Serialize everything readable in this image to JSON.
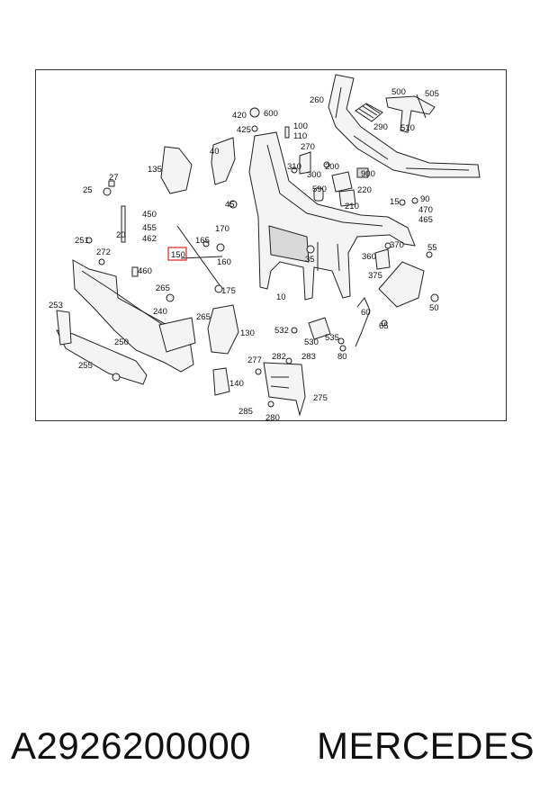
{
  "diagram": {
    "highlight_color": "#e02020",
    "labels": {
      "l10": "10",
      "l15": "15",
      "l20": "20",
      "l25": "25",
      "l27": "27",
      "l35": "35",
      "l40": "40",
      "l45": "45",
      "l50": "50",
      "l55": "55",
      "l60": "60",
      "l65": "65",
      "l80": "80",
      "l90": "90",
      "l100": "100",
      "l110": "110",
      "l130": "130",
      "l135": "135",
      "l140": "140",
      "l150": "150",
      "l160": "160",
      "l165": "165",
      "l170": "170",
      "l175": "175",
      "l200": "200",
      "l210": "210",
      "l220": "220",
      "l240": "240",
      "l250": "250",
      "l251": "251",
      "l253": "253",
      "l255": "255",
      "l260": "260",
      "l265a": "265",
      "l265b": "265",
      "l270": "270",
      "l272": "272",
      "l275": "275",
      "l277": "277",
      "l280": "280",
      "l282": "282",
      "l283": "283",
      "l285": "285",
      "l290": "290",
      "l300": "300",
      "l310": "310",
      "l360": "360",
      "l370": "370",
      "l375": "375",
      "l420": "420",
      "l425": "425",
      "l450": "450",
      "l455": "455",
      "l460": "460",
      "l462": "462",
      "l465": "465",
      "l470": "470",
      "l500": "500",
      "l505": "505",
      "l510": "510",
      "l530": "530",
      "l532": "532",
      "l535": "535",
      "l590": "590",
      "l600": "600",
      "l900": "900"
    }
  },
  "footer": {
    "part_number": "A2926200000",
    "brand": "MERCEDES"
  }
}
